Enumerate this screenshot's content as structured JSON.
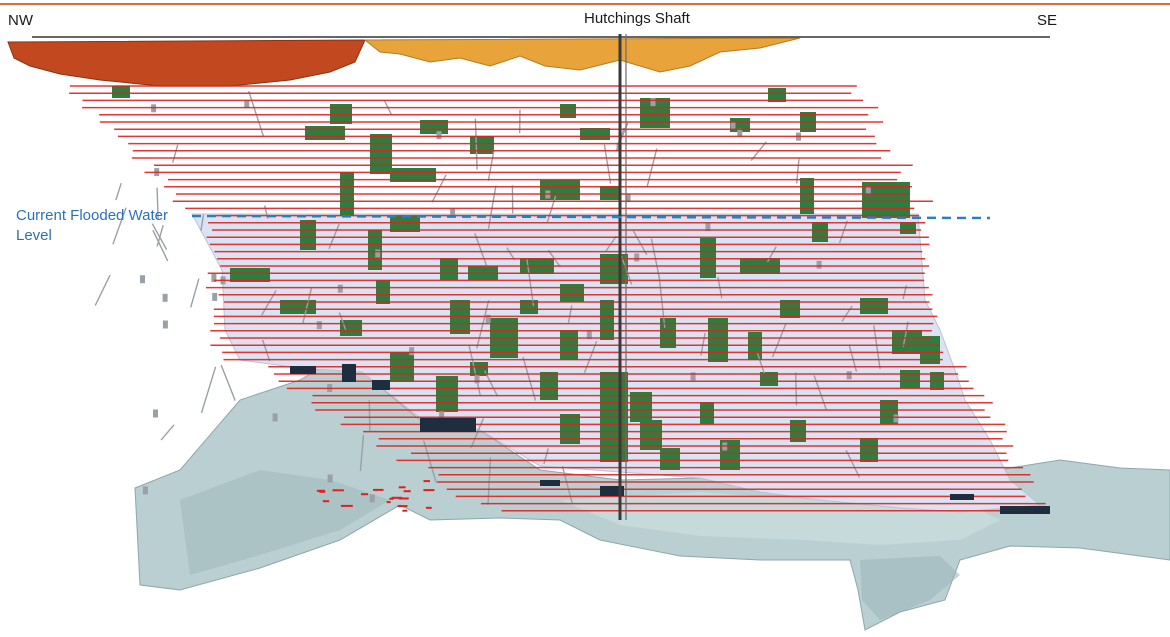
{
  "header": {
    "left_direction": "NW",
    "right_direction": "SE",
    "shaft_label": "Hutchings Shaft"
  },
  "water_level": {
    "label_line1": "Current Flooded Water",
    "label_line2": "Level"
  },
  "colors": {
    "top_rule": "#e36a3b",
    "water_line": "#2a7fc4",
    "water_label": "#2a72b8",
    "levels": "#e02020",
    "stopes": "#2e7d3f",
    "workings_fill": "#dbe3f2",
    "drives": "#9aa0a8",
    "rock_surface": "#b9cfd1",
    "orebody_upper": "#c1481f",
    "orebody_gold": "#e8a33a",
    "dark_blocks": "#1e2e3e"
  }
}
